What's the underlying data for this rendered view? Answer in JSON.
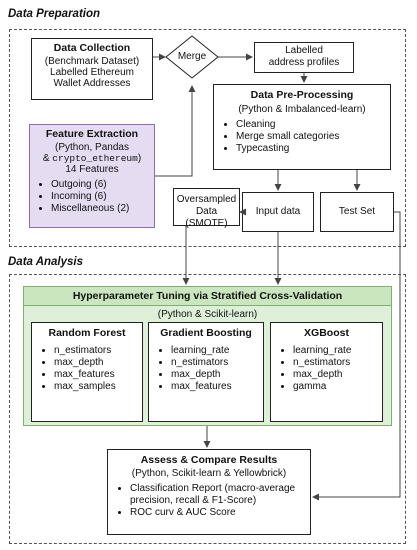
{
  "sections": {
    "prep_label": "Data Preparation",
    "analysis_label": "Data Analysis"
  },
  "data_collection": {
    "title": "Data Collection",
    "lines": [
      "(Benchmark Dataset)",
      "Labelled Ethereum",
      "Wallet Addresses"
    ]
  },
  "merge": {
    "label": "Merge"
  },
  "labelled_profiles": {
    "lines": [
      "Labelled",
      "address profiles"
    ]
  },
  "preprocessing": {
    "title": "Data Pre-Processing",
    "subtitle": "(Python & Imbalanced-learn)",
    "items": [
      "Cleaning",
      "Merge small categories",
      "Typecasting"
    ]
  },
  "feature_extraction": {
    "title": "Feature Extraction",
    "line1": "(Python, Pandas",
    "line2_prefix": "& ",
    "line2_mono": "crypto_ethereum",
    "line2_suffix": ")",
    "count": "14 Features",
    "items": [
      "Outgoing (6)",
      "Incoming (6)",
      "Miscellaneous (2)"
    ]
  },
  "oversampled": {
    "lines": [
      "Oversampled",
      "Data (SMOTE)"
    ]
  },
  "input_data": {
    "label": "Input data"
  },
  "test_set": {
    "label": "Test Set"
  },
  "tuning": {
    "title": "Hyperparameter Tuning via Stratified Cross-Validation",
    "subtitle": "(Python & Scikit-learn)"
  },
  "models": [
    {
      "title": "Random Forest",
      "params": [
        "n_estimators",
        "max_depth",
        "max_features",
        "max_samples"
      ]
    },
    {
      "title": "Gradient Boosting",
      "params": [
        "learning_rate",
        "n_estimators",
        "max_depth",
        "max_features"
      ]
    },
    {
      "title": "XGBoost",
      "params": [
        "learning_rate",
        "n_estimators",
        "max_depth",
        "gamma"
      ]
    }
  ],
  "assess": {
    "title": "Assess & Compare Results",
    "subtitle": "(Python, Scikit-learn & Yellowbrick)",
    "items": [
      "Classification Report (macro-average precision, recall & F1-Score)",
      "ROC curv & AUC Score"
    ]
  },
  "colors": {
    "feature_fill": "#e6dcf2",
    "feature_border": "#8a6db0",
    "tuning_fill": "#dff0d8",
    "tuning_header": "#c9e6bf",
    "tuning_border": "#7fb06d"
  }
}
